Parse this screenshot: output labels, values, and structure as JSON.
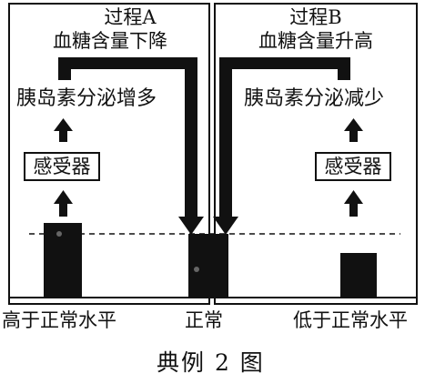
{
  "process_a": {
    "title": "过程A",
    "result": "血糖含量下降",
    "hormone_change": "胰岛素分泌增多",
    "sensor": "感受器"
  },
  "process_b": {
    "title": "过程B",
    "result": "血糖含量升高",
    "hormone_change": "胰岛素分泌减少",
    "sensor": "感受器"
  },
  "levels": {
    "high": "高于正常水平",
    "normal": "正常",
    "low": "低于正常水平"
  },
  "caption": "典例 2 图",
  "colors": {
    "ink": "#111111",
    "background": "#ffffff"
  }
}
